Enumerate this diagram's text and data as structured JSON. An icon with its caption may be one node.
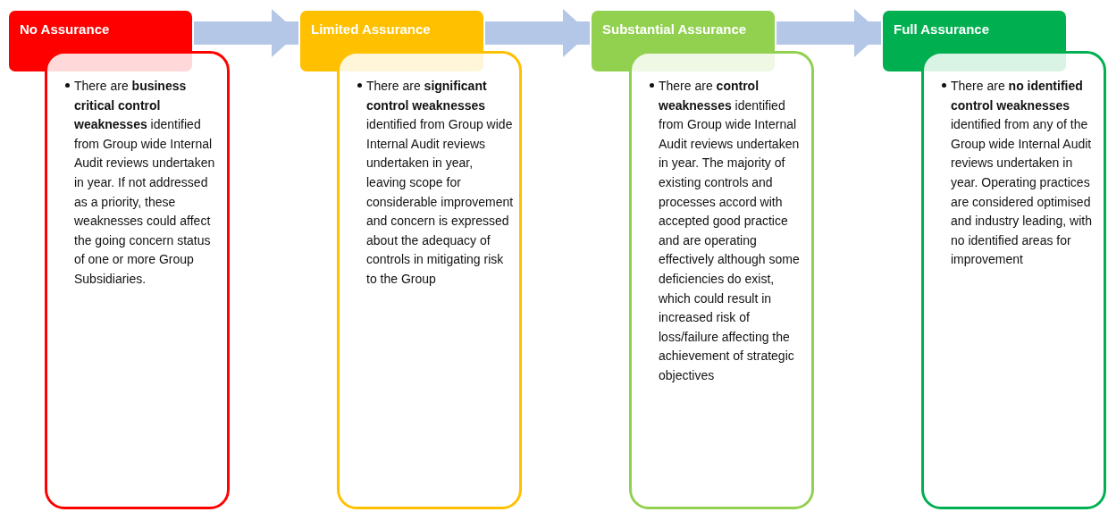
{
  "diagram": {
    "nodes": [
      {
        "text": [
          "No Assurance"
        ]
      },
      {
        "text": [
          "There are **business critical control weaknesses** identified from Group wide Internal Audit reviews undertaken in year. If not addressed as a priority, these weaknesses could affect the going concern status of one or more Group Subsidiaries."
        ]
      },
      {
        "text": [
          "Limited Assurance"
        ]
      },
      {
        "text": [
          "There are **significant control weaknesses** identified from Group wide Internal Audit reviews undertaken in year, leaving scope for considerable improvement and concern is expressed about the adequacy of controls in mitigating risk to the Group"
        ]
      },
      {
        "text": [
          "Substantial Assurance"
        ]
      },
      {
        "text": [
          "There are **control weaknesses** identified from Group wide Internal Audit reviews undertaken in year. The majority of existing controls and processes accord with accepted good practice and are operating effectively although some deficiencies do exist, which could result in increased risk of loss/failure affecting the achievement of strategic objectives"
        ]
      },
      {
        "text": [
          "Full Assurance"
        ]
      },
      {
        "text": [
          "There are **no identified control weaknesses** identified from any of the Group wide Internal Audit reviews undertaken in year.  Operating practices are considered optimised and industry leading, with no identified areas for improvement"
        ]
      }
    ],
    "edges": [
      {
        "from": 0,
        "to": 2,
        "arrow": "to"
      },
      {
        "from": 2,
        "to": 4,
        "arrow": "to"
      },
      {
        "from": 4,
        "to": 6,
        "arrow": "to"
      }
    ]
  }
}
